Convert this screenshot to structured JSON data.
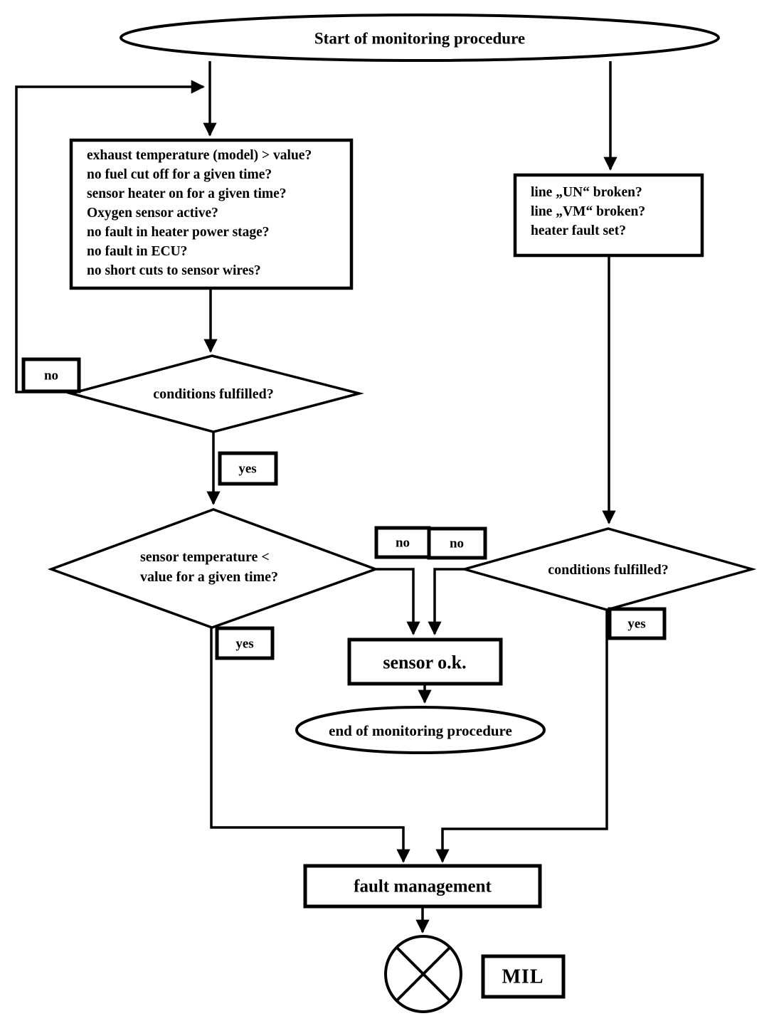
{
  "title": "Start of monitoring procedure",
  "entry_conditions": {
    "lines": [
      "exhaust temperature (model) > value?",
      "no fuel cut off for a given time?",
      "sensor heater on for a given time?",
      "Oxygen sensor active?",
      "no fault in heater power stage?",
      "no fault in ECU?",
      "no short cuts to sensor wires?"
    ]
  },
  "heater_conditions": {
    "lines": [
      "line „UN“ broken?",
      "line „VM“ broken?",
      "heater fault set?"
    ]
  },
  "decisions": {
    "left": "conditions fulfilled?",
    "sensor_temp": {
      "line1": "sensor temperature <",
      "line2": "value for a given time?"
    },
    "right": "conditions fulfilled?"
  },
  "labels": {
    "no": "no",
    "yes": "yes"
  },
  "nodes": {
    "sensor_ok": "sensor o.k.",
    "end": "end of monitoring procedure",
    "fault_management": "fault management",
    "mil": "MIL"
  },
  "colors": {
    "stroke": "#000000",
    "background": "#ffffff"
  }
}
